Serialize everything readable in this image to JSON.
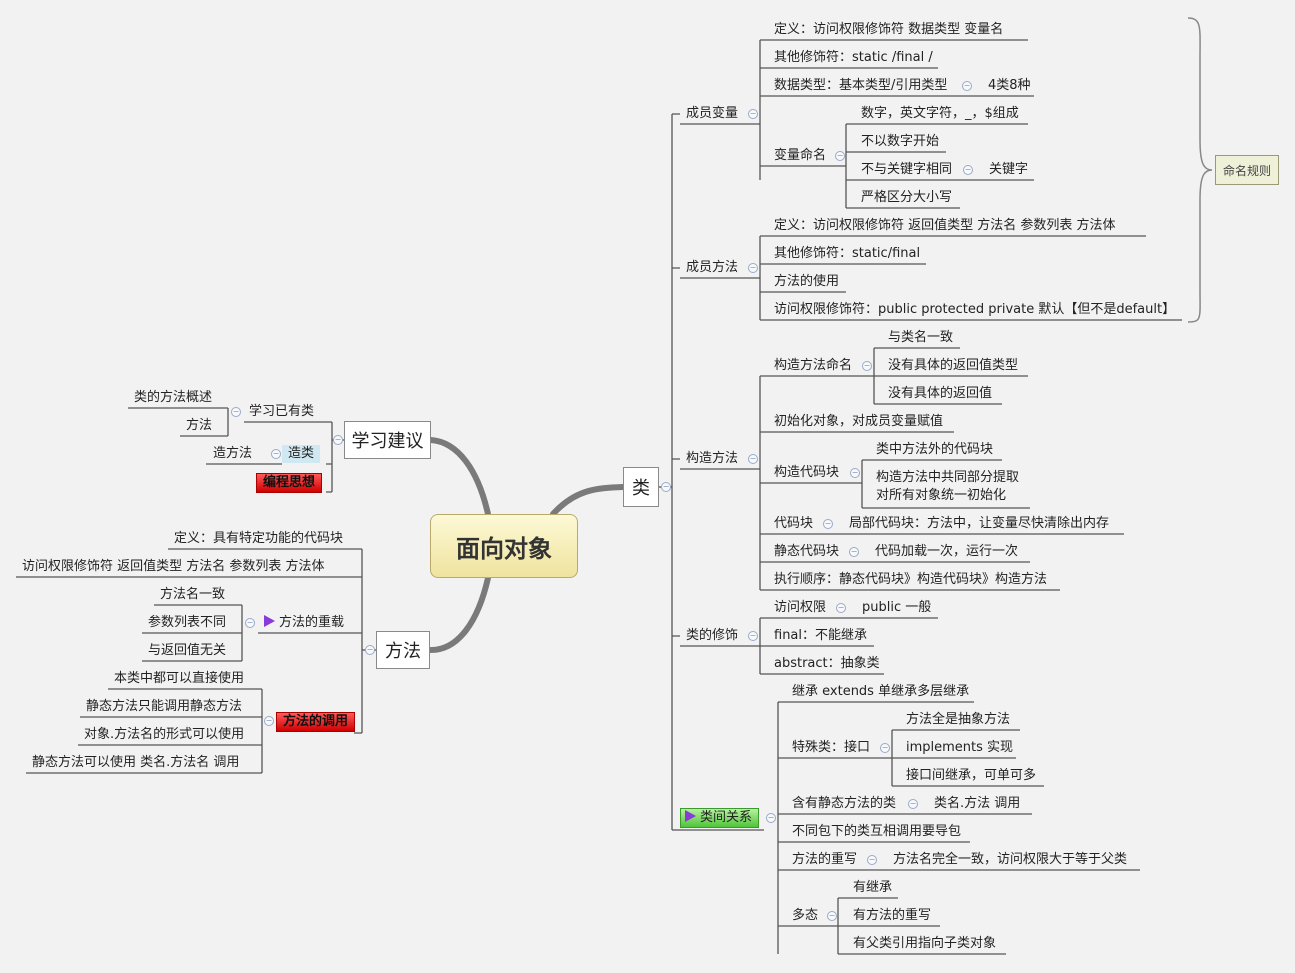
{
  "root": "面向对象",
  "branches": {
    "class": "类",
    "advice": "学习建议",
    "method": "方法"
  },
  "callout": "命名规则",
  "class_nodes": {
    "member_var": "成员变量",
    "mv_def": "定义：访问权限修饰符   数据类型  变量名",
    "mv_other": "其他修饰符：static /final /",
    "mv_types": "数据类型：基本类型/引用类型",
    "mv_types_c": "4类8种",
    "mv_naming": "变量命名",
    "mv_n1": "数字，英文字符，_，$组成",
    "mv_n2": "不以数字开始",
    "mv_n3": "不与关键字相同",
    "mv_n3_c": "关键字",
    "mv_n4": "严格区分大小写",
    "member_method": "成员方法",
    "mm_def": "定义：访问权限修饰符  返回值类型  方法名 参数列表   方法体",
    "mm_other": "其他修饰符：static/final",
    "mm_use": "方法的使用",
    "mm_access": "访问权限修饰符：public  protected private 默认【但不是default】",
    "constructor": "构造方法",
    "ctor_naming": "构造方法命名",
    "cn1": "与类名一致",
    "cn2": "没有具体的返回值类型",
    "cn3": "没有具体的返回值",
    "ctor_init": "初始化对象，对成员变量赋值",
    "ctor_block": "构造代码块",
    "cb1": "类中方法外的代码块",
    "cb2a": "构造方法中共同部分提取",
    "cb2b": "对所有对象统一初始化",
    "code_block": "代码块",
    "code_block_c": "局部代码块：方法中，让变量尽快清除出内存",
    "static_block": "静态代码块",
    "static_block_c": "代码加载一次，运行一次",
    "exec_order": "执行顺序：静态代码块》构造代码块》构造方法",
    "modifiers": "类的修饰",
    "mod_access": "访问权限",
    "mod_access_c": "public 一般",
    "mod_final": "final：不能继承",
    "mod_abstract": "abstract：抽象类",
    "relations": "类间关系",
    "r_inherit": "继承 extends 单继承多层继承",
    "r_interface": "特殊类：接口",
    "ri1": "方法全是抽象方法",
    "ri2": "implements 实现",
    "ri3": "接口间继承，可单可多",
    "r_static": "含有静态方法的类",
    "r_static_c": "类名.方法   调用",
    "r_package": "不同包下的类互相调用要导包",
    "r_override": "方法的重写",
    "r_override_c": "方法名完全一致，访问权限大于等于父类",
    "r_poly": "多态",
    "rp1": "有继承",
    "rp2": "有方法的重写",
    "rp3": "有父类引用指向子类对象"
  },
  "advice_nodes": {
    "study": "学习已有类",
    "s1": "类的方法概述",
    "s2": "方法",
    "make_class": "造类",
    "mc1": "造方法",
    "idea": "编程思想"
  },
  "method_nodes": {
    "def": "定义：具有特定功能的代码块",
    "def2": "访问权限修饰符  返回值类型  方法名  参数列表    方法体",
    "overload": "方法的重载",
    "o1": "方法名一致",
    "o2": "参数列表不同",
    "o3": "与返回值无关",
    "call": "方法的调用",
    "c1": "本类中都可以直接使用",
    "c2": "静态方法只能调用静态方法",
    "c3": "对象.方法名的形式可以使用",
    "c4": "静态方法可以使用  类名.方法名 调用"
  },
  "colors": {
    "line": "#4a4a4a",
    "curve": "#7a7a7a",
    "accent_red": "#d00000",
    "accent_green": "#4fc53a",
    "flag": "#8a3ad9"
  }
}
